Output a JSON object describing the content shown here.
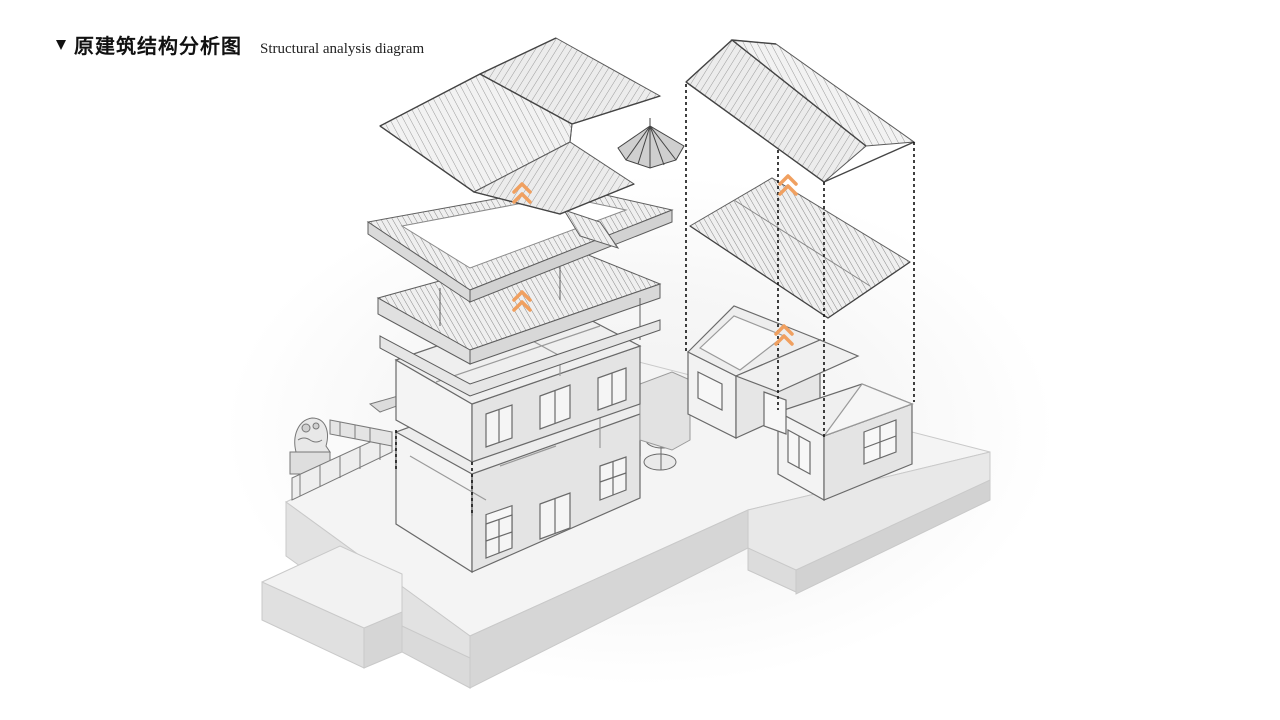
{
  "header": {
    "marker_icon": "triangle-down-icon",
    "title_cn": "原建筑结构分析图",
    "title_en": "Structural analysis diagram"
  },
  "colors": {
    "accent": "#f0a060",
    "line": "#6a6a6a",
    "guide": "#111111",
    "face_light": "#f6f6f6",
    "face_mid": "#e6e6e6",
    "face_dark": "#d4d4d4"
  },
  "components": [
    "roof-main-upper",
    "octagonal-pavilion-roof",
    "eaves-ring",
    "upper-floor-frame",
    "upper-floor-walls",
    "ground-floor",
    "spiral-stair",
    "stone-lion",
    "balustrade-railing",
    "side-roof-upper",
    "side-roof-lower",
    "side-rooms",
    "base-platform"
  ]
}
